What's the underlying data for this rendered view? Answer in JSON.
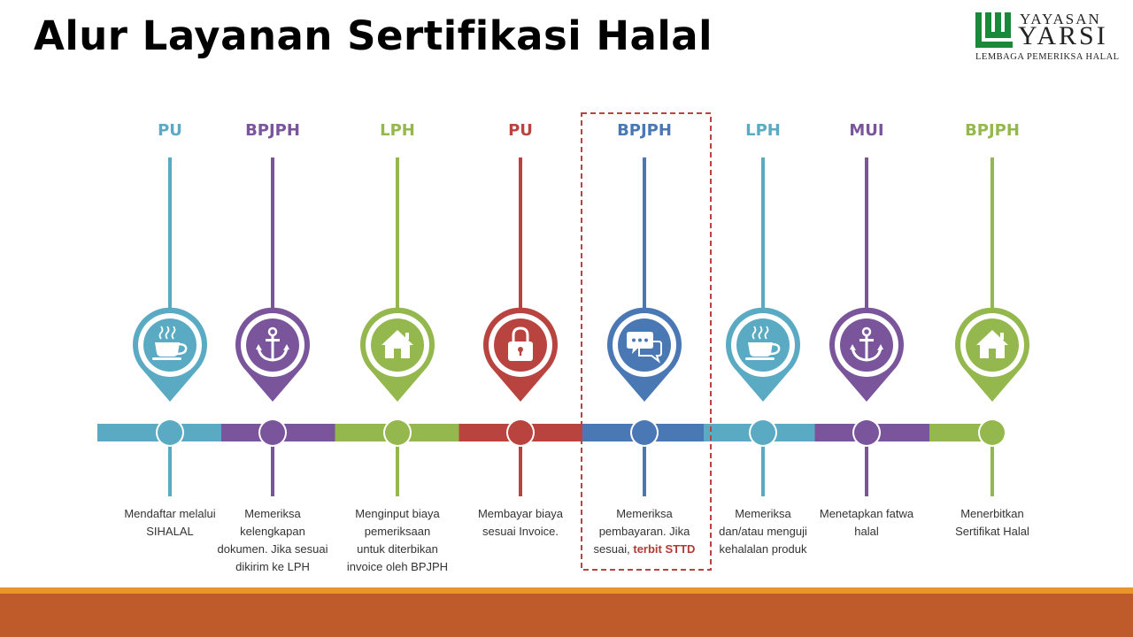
{
  "title": "Alur Layanan Sertifikasi Halal",
  "logo": {
    "line1": "YAYASAN",
    "line2": "YARSI",
    "line3": "LEMBAGA PEMERIKSA HALAL",
    "color": "#1a8a3a"
  },
  "steps": [
    {
      "actor": "PU",
      "color": "#5aaac4",
      "icon": "coffee-cup-icon",
      "desc": [
        "Mendaftar melalui",
        "SIHALAL"
      ]
    },
    {
      "actor": "BPJPH",
      "color": "#7a559b",
      "icon": "anchor-icon",
      "desc": [
        "Memeriksa",
        "kelengkapan",
        "dokumen. Jika sesuai",
        "dikirim ke LPH"
      ]
    },
    {
      "actor": "LPH",
      "color": "#94b84e",
      "icon": "house-icon",
      "desc": [
        "Menginput biaya",
        "pemeriksaan",
        "untuk diterbikan",
        "invoice oleh BPJPH"
      ]
    },
    {
      "actor": "PU",
      "color": "#b9443f",
      "icon": "padlock-icon",
      "desc": [
        "Membayar biaya",
        "sesuai Invoice."
      ]
    },
    {
      "actor": "BPJPH",
      "color": "#4a78b4",
      "icon": "chat-bubbles-icon",
      "desc": [
        "Memeriksa",
        "pembayaran. Jika",
        "sesuai,"
      ],
      "highlight": "terbit STTD"
    },
    {
      "actor": "LPH",
      "color": "#5aaac4",
      "icon": "coffee-cup-icon",
      "desc": [
        "Memeriksa",
        "dan/atau menguji",
        "kehalalan produk"
      ]
    },
    {
      "actor": "MUI",
      "color": "#7a559b",
      "icon": "anchor-icon",
      "desc": [
        "Menetapkan fatwa",
        "halal"
      ]
    },
    {
      "actor": "BPJPH",
      "color": "#94b84e",
      "icon": "house-icon",
      "desc": [
        "Menerbitkan",
        "Sertifikat Halal"
      ]
    }
  ],
  "highlight_box_color": "#b9443f",
  "footer": {
    "accent": "#e8962c",
    "color": "#bf5a2b"
  }
}
